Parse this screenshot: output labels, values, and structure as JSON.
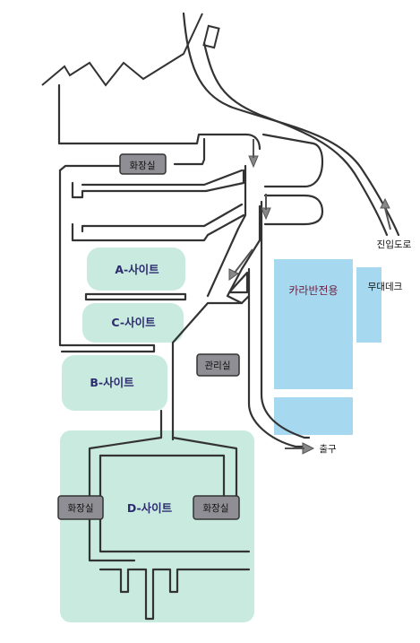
{
  "sites": {
    "a": "A-사이트",
    "b": "B-사이트",
    "c": "C-사이트",
    "d": "D-사이트"
  },
  "facilities": {
    "restroom_top": "화장실",
    "restroom_left": "화장실",
    "restroom_right": "화장실",
    "office": "관리실"
  },
  "areas": {
    "caravan": "카라반전용",
    "stage_deck": "무대데크"
  },
  "labels": {
    "entrance_road": "진입도로",
    "exit": "출구"
  },
  "colors": {
    "site_area": "#c9ebdf",
    "caravan_area": "#a6d9ef",
    "restroom_box": "#8e8e94",
    "road_outline": "#333333"
  }
}
